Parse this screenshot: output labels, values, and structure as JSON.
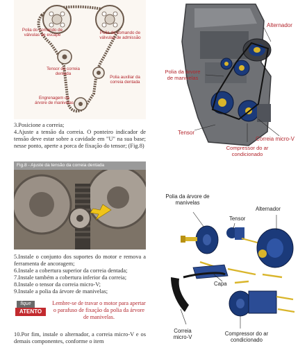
{
  "timing_diagram": {
    "labels": {
      "exhaust_pulley": "Polia do comando de válvulas de escape",
      "intake_pulley": "Polia do comando de válvulas de admissão",
      "tensioner": "Tensor da correia dentada",
      "idler": "Polia auxiliar da correia dentada",
      "crank_gear": "Engrenagem da árvore de manivelas"
    }
  },
  "engine_photo": {
    "labels": {
      "alternator": "Alternador",
      "crank_pulley": "Polia da árvore de manivelas",
      "tensor": "Tensor",
      "belt": "Correia micro-V",
      "compressor": "Compressor do ar condicionado"
    }
  },
  "exploded_view": {
    "labels": {
      "crank_pulley": "Polia da árvore de manivelas",
      "tensor": "Tensor",
      "alternator": "Alternador",
      "cover": "Capa",
      "belt": "Correia micro-V",
      "compressor": "Compressor do ar condicionado"
    }
  },
  "text": {
    "step3": "3.Posicione a correia;",
    "step4": "4.Ajuste a tensão da correia. O ponteiro indicador de tensão deve estar sobre a cavidade em \"U\" na sua base; nesse ponto, aperte a porca de fixação do tensor; (Fig.8)",
    "fig8_caption": "Fig.8 - Ajuste da tensão da correia dentada",
    "step5": "5.Instale o conjunto dos suportes do motor e remova a ferramenta de ancoragem;",
    "step6": "6.Instale a cobertura superior da correia dentada;",
    "step7": "7.Instale também a cobertura inferior da correia;",
    "step8": "8.Instale o tensor da correia micro-V;",
    "step9": "9.Instale a polia da árvore de manivelas;",
    "attento_badge_top": "fique",
    "attento_badge_bottom": "ATENTO",
    "attento_note": "Lembre-se de travar o motor para apertar o parafuso de fixação da polia da árvore de manivelas.",
    "step10": "10.Por fim, instale o alternador, a correia micro-V e os demais componentes, conforme o item"
  }
}
